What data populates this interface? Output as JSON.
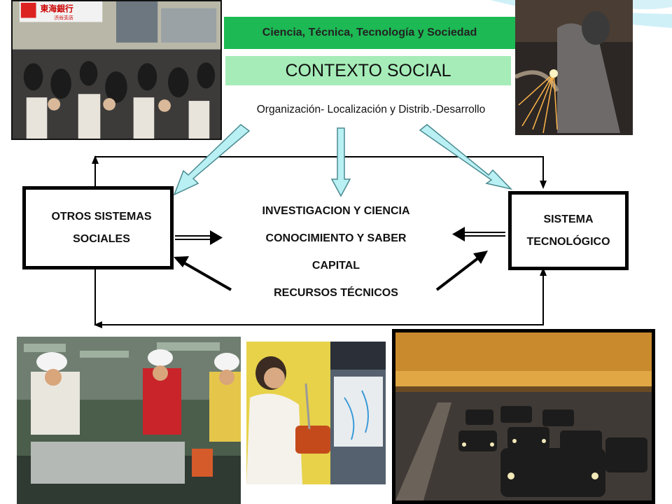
{
  "header": {
    "title": "Ciencia, Técnica, Tecnología y Sociedad",
    "subtitle": "CONTEXTO SOCIAL",
    "caption": "Organización- Localización y Distrib.-Desarrollo"
  },
  "boxes": {
    "left": {
      "line1": "OTROS SISTEMAS",
      "line2": "SOCIALES"
    },
    "right": {
      "line1": "SISTEMA",
      "line2": "TECNOLÓGICO"
    }
  },
  "center_items": [
    "INVESTIGACION Y CIENCIA",
    "CONOCIMIENTO Y SABER",
    "CAPITAL",
    "RECURSOS TÉCNICOS"
  ],
  "photo_sign": {
    "line1": "東海銀行",
    "line2": "渋谷支店"
  },
  "colors": {
    "title_bg": "#1db954",
    "subtitle_bg": "#a6ecb8",
    "arrow_fill": "#b9f0f4",
    "swoosh": "#7fd3e8"
  },
  "photos": [
    "crowd-photo",
    "welder-photo",
    "factory-workers-photo",
    "lab-scientist-photo",
    "traffic-highway-photo"
  ]
}
